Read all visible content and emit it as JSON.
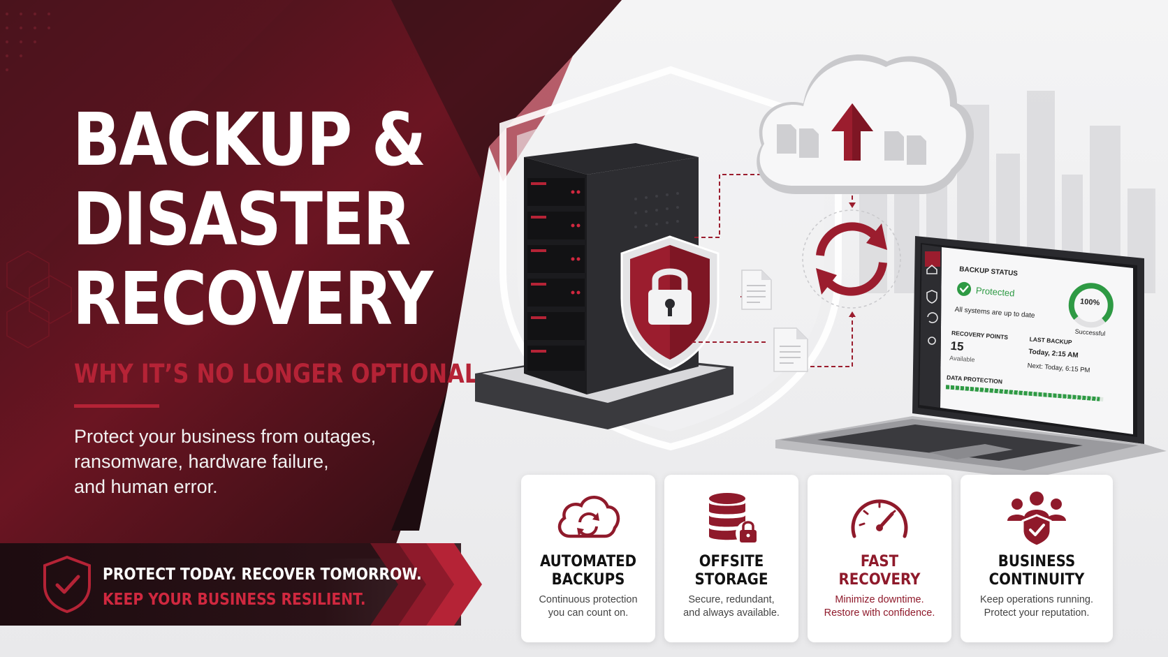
{
  "hero": {
    "title_lines": [
      "BACKUP &",
      "DISASTER",
      "RECOVERY"
    ],
    "subtitle": "WHY IT’S NO LONGER OPTIONAL",
    "description_lines": [
      "Protect your business from outages,",
      "ransomware, hardware failure,",
      "and human error."
    ]
  },
  "banner": {
    "line1": "PROTECT TODAY. RECOVER TOMORROW.",
    "line2": "KEEP YOUR BUSINESS RESILIENT.",
    "icon": "shield-check-icon"
  },
  "dashboard": {
    "backup_status_label": "BACKUP STATUS",
    "status_value": "Protected",
    "status_detail": "All systems are up to date",
    "gauge_value": "100%",
    "gauge_label": "Successful",
    "recovery_points_label": "RECOVERY POINTS",
    "recovery_points_value": "15",
    "recovery_points_sub": "Available",
    "last_backup_label": "LAST BACKUP",
    "last_backup_value": "Today, 2:15 AM",
    "next_backup": "Next: Today, 6:15 PM",
    "data_protection_label": "DATA PROTECTION",
    "data_protection_fraction": 0.98
  },
  "features": [
    {
      "icon": "cloud-sync-icon",
      "title_lines": [
        "AUTOMATED",
        "BACKUPS"
      ],
      "desc_lines": [
        "Continuous protection",
        "you can count on."
      ]
    },
    {
      "icon": "database-lock-icon",
      "title_lines": [
        "OFFSITE",
        "STORAGE"
      ],
      "desc_lines": [
        "Secure, redundant,",
        "and always available."
      ]
    },
    {
      "icon": "speedometer-icon",
      "title_lines": [
        "FAST",
        "RECOVERY"
      ],
      "desc_lines": [
        "Minimize downtime.",
        "Restore with confidence."
      ]
    },
    {
      "icon": "team-shield-icon",
      "title_lines": [
        "BUSINESS",
        "CONTINUITY"
      ],
      "desc_lines": [
        "Keep operations running.",
        "Protect your reputation."
      ]
    }
  ],
  "colors": {
    "brand_red": "#b52336",
    "dark_maroon": "#2a1116",
    "success_green": "#2e9a44"
  }
}
